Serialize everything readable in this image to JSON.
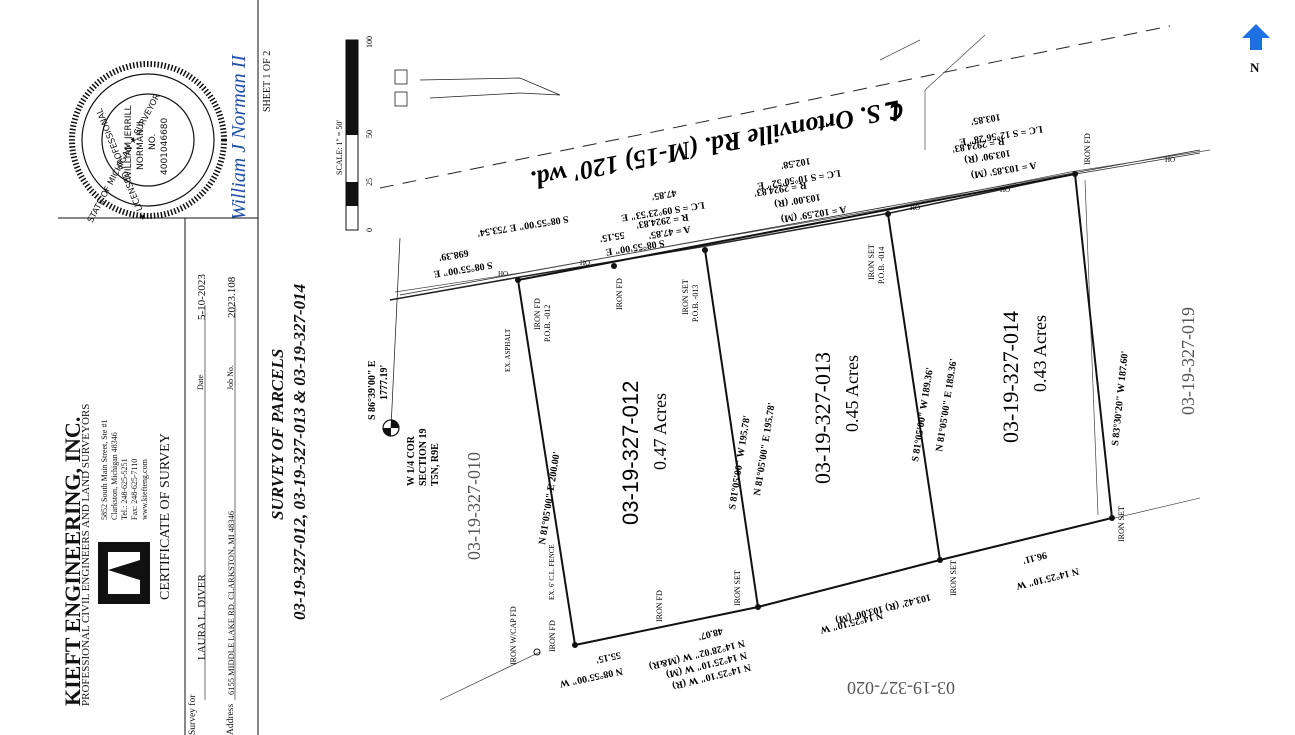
{
  "north": {
    "label": "N",
    "color": "#1e6fe0"
  },
  "firm": {
    "name": "KIEFT ENGINEERING, INC.",
    "tagline": "PROFESSIONAL CIVIL ENGINEERS AND LAND SURVEYORS",
    "address1": "5852 South Main Street, Ste #1",
    "address2": "Clarkston, Michigan 48346",
    "tel": "Tel.: 248-625-5251",
    "fax": "Fax: 248-625-7110",
    "web": "www.kiefteng.com",
    "doc_type": "CERTIFICATE OF SURVEY"
  },
  "title_block": {
    "survey_for_label": "Survey for",
    "survey_for": "LAURA L. DIVER",
    "date_label": "Date",
    "date": "5-10-2023",
    "address_label": "Address",
    "address": "6155 MIDDLE LAKE RD. CLARKSTON, MI 48346",
    "job_label": "Job No.",
    "job": "2023.108",
    "sheet": "SHEET 1 OF 2"
  },
  "seal": {
    "top": "STATE OF MICHIGAN ★ SURVEYOR",
    "bottom": "★ LICENSED PROFESSIONAL",
    "line1": "WILLIAM JERRILL",
    "line2": "NORMAN II",
    "line3": "NO.",
    "line4": "4001046680",
    "signature": "William J Norman II"
  },
  "survey_title": {
    "line1": "SURVEY OF PARCELS",
    "line2": "03-19-327-012, 03-19-327-013 & 03-19-327-014"
  },
  "scale": {
    "label": "SCALE: 1\" = 50'",
    "ticks": [
      "0",
      "25",
      "50",
      "100"
    ]
  },
  "road": {
    "name": "℄ S. Ortonville Rd. (M-15) 120' wd."
  },
  "parcels": [
    {
      "id": "03-19-327-012",
      "area": "0.47 Acres"
    },
    {
      "id": "03-19-327-013",
      "area": "0.45 Acres"
    },
    {
      "id": "03-19-327-014",
      "area": "0.43 Acres"
    }
  ],
  "adjacent": {
    "west": "03-19-327-010",
    "east": "03-19-327-019",
    "south": "03-19-327-020"
  },
  "corner": {
    "label1": "W 1/4 COR",
    "label2": "SECTION 19",
    "label3": "T5N, R9E",
    "tie_bearing": "S 86°39'00\" E",
    "tie_dist": "1777.19'"
  },
  "road_line": {
    "b1": "S 08°55'00\" E 753.54'",
    "b2": "S 08°55'00\" E",
    "d2": "698.39'",
    "b3": "S 08°55'00\" E",
    "d3": "55.15'",
    "curve1": {
      "a": "A = 47.85'",
      "r": "R = 2924.83'",
      "lc": "LC = S 09°23'53\" E",
      "lcd": "47.85'"
    },
    "curve2": {
      "a": "A = 102.59' (M)",
      "ar": "103.00' (R)",
      "r": "R = 2924.83'",
      "lc": "LC = S 10°50'52\" E",
      "lcd": "102.58'"
    },
    "curve3": {
      "a": "A = 103.85' (M)",
      "ar": "103.90' (R)",
      "r": "R = 2924.83'",
      "lc": "LC = S 12°56'28\" E",
      "lcd": "103.85'"
    }
  },
  "lines": {
    "w012": "N 81°05'00\" E 200.00'",
    "l013a": "S 81°05'00\" W 195.78'",
    "l013b": "N 81°05'00\" E 195.78'",
    "l014a": "S 81°05'00\" W 189.36'",
    "l014b": "N 81°05'00\" E 189.36'",
    "e014": "S 83°30'20\" W 187.60'",
    "rear1": "N 08°55'00\" W",
    "rear1d": "55.15'",
    "rear2a": "N 14°25'10\" W (R)",
    "rear2b": "N 14°25'10\" W (M)",
    "rear2c": "N 14°28'02\" W (M&R)",
    "rear2d": "48.07'",
    "rear3a": "N 14°25'10\" W",
    "rear3b": "103.42' (R) 103.00' (M)",
    "rear4a": "N 14°25'10\" W",
    "rear4b": "96.11'"
  },
  "monuments": {
    "iron_fd": "IRON FD",
    "pob012": "P.O.B. -012",
    "iron_set": "IRON SET",
    "pob013": "P.O.B. -013",
    "pob014": "P.O.B. -014",
    "iron_cap": "IRON W/CAP FD",
    "asphalt": "EX. ASPHALT",
    "fence": "EX. 6' C.L. FENCE",
    "iron": "IRON",
    "fd": "FD",
    "set": "SET"
  },
  "utility": {
    "label": "HO"
  }
}
